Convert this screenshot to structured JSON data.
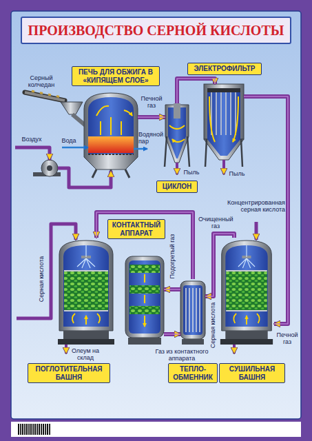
{
  "diagram": {
    "title": "ПРОИЗВОДСТВО СЕРНОЙ КИСЛОТЫ",
    "nodes": [
      {
        "text": [
          "ПЕЧЬ ДЛЯ ОБЖИГА В «КИПЯЩЕМ СЛОЕ»"
        ]
      },
      {
        "text": [
          "ЦИКЛОН"
        ]
      },
      {
        "text": [
          "ЭЛЕКТРОФИЛЬТР"
        ]
      },
      {
        "text": [
          "КОНТАКТНЫЙ АППАРАТ"
        ]
      },
      {
        "text": [
          "ПОГЛОТИТЕЛЬНАЯ БАШНЯ"
        ]
      },
      {
        "text": [
          "ТЕПЛО- ОБМЕННИК"
        ]
      },
      {
        "text": [
          "СУШИЛЬНАЯ БАШНЯ"
        ]
      }
    ],
    "edges": [
      {
        "from": 0,
        "to": 1,
        "arrow": "to",
        "label": "Печной газ"
      },
      {
        "from": 1,
        "to": 2,
        "arrow": "to"
      },
      {
        "from": 2,
        "to": 6,
        "arrow": "to",
        "label": "Печной газ"
      },
      {
        "from": 6,
        "to": 5,
        "arrow": "to",
        "label": "Очищенный газ"
      },
      {
        "from": 5,
        "to": 3,
        "arrow": "to",
        "label": "Подогретый газ"
      },
      {
        "from": 3,
        "to": 5,
        "arrow": "to",
        "label": "Газ из контактного аппарата"
      },
      {
        "from": 5,
        "to": 4,
        "arrow": "to"
      }
    ],
    "labels": [
      "Серный колчедан",
      "Воздух",
      "Вода",
      "Водяной пар",
      "Пыль",
      "Пыль",
      "Серная кислота",
      "Олеум на склад",
      "Концентрированная серная кислота",
      "Серная кислота"
    ]
  }
}
